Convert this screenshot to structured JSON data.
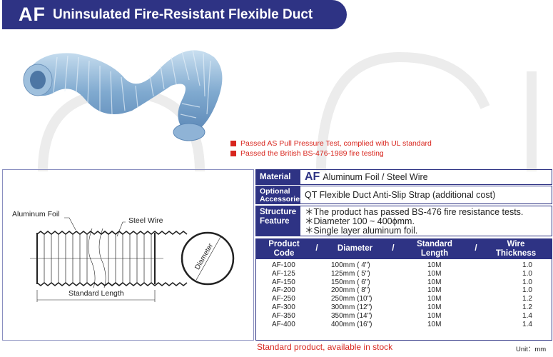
{
  "header": {
    "code": "AF",
    "title": "Uninsulated Fire-Resistant Flexible Duct"
  },
  "notes": [
    "Passed AS Pull Pressure Test, complied with UL standard",
    "Passed the British BS-476-1989 fire testing"
  ],
  "diagram": {
    "aluminum_foil": "Aluminum Foil",
    "steel_wire": "Steel Wire",
    "standard_length": "Standard Length",
    "diameter": "Diameter"
  },
  "specs": {
    "material": {
      "label": "Material",
      "code": "AF",
      "value": "Aluminum Foil / Steel Wire"
    },
    "optional": {
      "label1": "Optional",
      "label2": "Accessories",
      "value": "QT  Flexible Duct Anti-Slip Strap (additional cost)"
    },
    "structure": {
      "label1": "Structure",
      "label2": "Feature",
      "lines": [
        "＊The product has passed BS-476 fire resistance tests.",
        "＊Diameter 100 ~ 400ϕmm.",
        "＊Single layer aluminum foil."
      ]
    }
  },
  "table": {
    "headers": {
      "code1": "Product",
      "code2": "Code",
      "sep": "/",
      "diameter": "Diameter",
      "length1": "Standard",
      "length2": "Length",
      "wire1": "Wire",
      "wire2": "Thickness"
    },
    "rows": [
      [
        "AF-100",
        "100mm ( 4\")",
        "10M",
        "1.0"
      ],
      [
        "AF-125",
        "125mm ( 5\")",
        "10M",
        "1.0"
      ],
      [
        "AF-150",
        "150mm ( 6\")",
        "10M",
        "1.0"
      ],
      [
        "AF-200",
        "200mm ( 8\")",
        "10M",
        "1.0"
      ],
      [
        "AF-250",
        "250mm (10\")",
        "10M",
        "1.2"
      ],
      [
        "AF-300",
        "300mm (12\")",
        "10M",
        "1.2"
      ],
      [
        "AF-350",
        "350mm (14\")",
        "10M",
        "1.4"
      ],
      [
        "AF-400",
        "400mm (16\")",
        "10M",
        "1.4"
      ]
    ]
  },
  "footer": {
    "stock": "Standard product, available in stock",
    "unit": "Unit：mm"
  }
}
